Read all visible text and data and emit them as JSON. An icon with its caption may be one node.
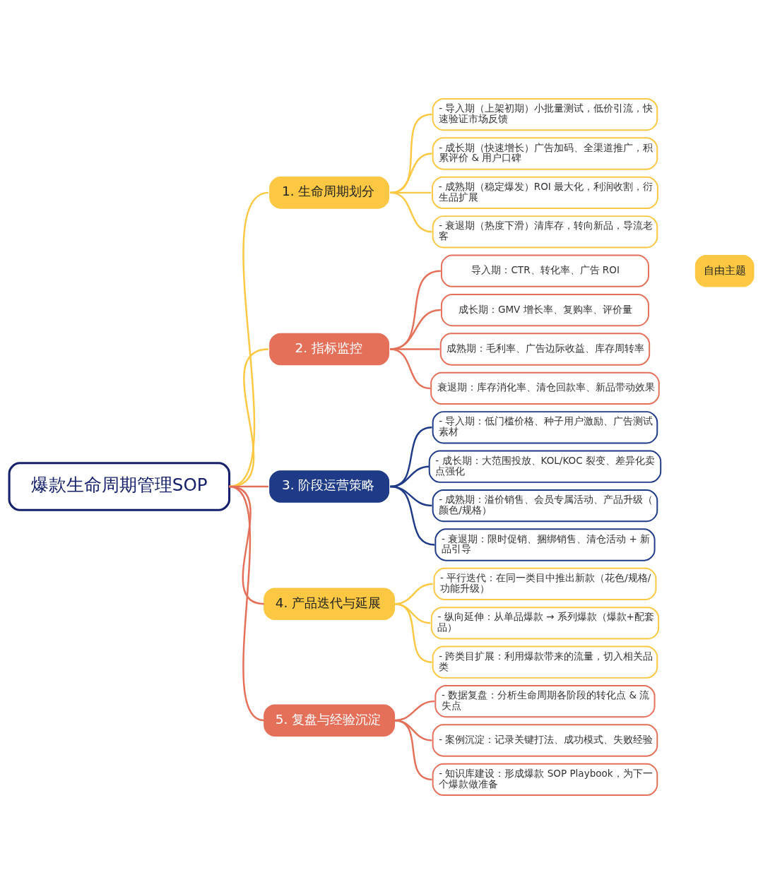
{
  "diagram": {
    "nodes": [
      {
        "text": [
          "爆款生命周期管理SOP"
        ]
      },
      {
        "text": [
          "1. 生命周期划分"
        ]
      },
      {
        "text": [
          "- 导入期（上架初期）小批量测试，低价引流，快速验证市场反馈"
        ]
      },
      {
        "text": [
          "- 成长期（快速增长）广告加码、全渠道推广，积累评价 & 用户口碑"
        ]
      },
      {
        "text": [
          "- 成熟期（稳定爆发）ROI 最大化，利润收割，衍生品扩展"
        ]
      },
      {
        "text": [
          "- 衰退期（热度下滑）清库存，转向新品，导流老客"
        ]
      },
      {
        "text": [
          "2. 指标监控"
        ]
      },
      {
        "text": [
          "导入期：CTR、转化率、广告 ROI"
        ]
      },
      {
        "text": [
          "成长期：GMV 增长率、复购率、评价量"
        ]
      },
      {
        "text": [
          "成熟期：毛利率、广告边际收益、库存周转率"
        ]
      },
      {
        "text": [
          "衰退期：库存消化率、清仓回款率、新品带动效果"
        ]
      },
      {
        "text": [
          "3. 阶段运营策略"
        ]
      },
      {
        "text": [
          "- 导入期：低门槛价格、种子用户激励、广告测试素材"
        ]
      },
      {
        "text": [
          "- 成长期：大范围投放、KOL/KOC 裂变、差异化卖点强化"
        ]
      },
      {
        "text": [
          "- 成熟期：溢价销售、会员专属活动、产品升级（颜色/规格）"
        ]
      },
      {
        "text": [
          "- 衰退期：限时促销、捆绑销售、清仓活动 + 新品引导"
        ]
      },
      {
        "text": [
          "4. 产品迭代与延展"
        ]
      },
      {
        "text": [
          "- 平行迭代：在同一类目中推出新款（花色/规格/功能升级）"
        ]
      },
      {
        "text": [
          "- 纵向延伸：从单品爆款 → 系列爆款（爆款+配套品）"
        ]
      },
      {
        "text": [
          "- 跨类目扩展：利用爆款带来的流量，切入相关品类"
        ]
      },
      {
        "text": [
          "5. 复盘与经验沉淀"
        ]
      },
      {
        "text": [
          "- 数据复盘：分析生命周期各阶段的转化点 & 流失点"
        ]
      },
      {
        "text": [
          "- 案例沉淀：记录关键打法、成功模式、失败经验"
        ]
      },
      {
        "text": [
          "- 知识库建设：形成爆款 SOP Playbook，为下一个爆款做准备"
        ]
      },
      {
        "text": [
          "自由主题"
        ]
      }
    ],
    "edges": [
      {
        "from": 0,
        "to": 1,
        "arrow": "none",
        "color": "#fcc843"
      },
      {
        "from": 0,
        "to": 6,
        "arrow": "none",
        "color": "#fcc843"
      },
      {
        "from": 0,
        "to": 11,
        "arrow": "none"
      },
      {
        "from": 0,
        "to": 16,
        "arrow": "none"
      },
      {
        "from": 0,
        "to": 20,
        "arrow": "none"
      },
      {
        "from": 1,
        "to": 2,
        "arrow": "none",
        "color": "#fcc843"
      },
      {
        "from": 1,
        "to": 3,
        "arrow": "none",
        "color": "#fcc843"
      },
      {
        "from": 1,
        "to": 4,
        "arrow": "none",
        "color": "#fcc843"
      },
      {
        "from": 1,
        "to": 5,
        "arrow": "none",
        "color": "#fcc843"
      },
      {
        "from": 6,
        "to": 7,
        "arrow": "none"
      },
      {
        "from": 6,
        "to": 8,
        "arrow": "none"
      },
      {
        "from": 6,
        "to": 9,
        "arrow": "none"
      },
      {
        "from": 6,
        "to": 10,
        "arrow": "none"
      },
      {
        "from": 11,
        "to": 12,
        "arrow": "none",
        "color": "#1f3b87"
      },
      {
        "from": 11,
        "to": 13,
        "arrow": "none",
        "color": "#1f3b87"
      },
      {
        "from": 11,
        "to": 14,
        "arrow": "none",
        "color": "#1f3b87"
      },
      {
        "from": 11,
        "to": 15,
        "arrow": "none",
        "color": "#1f3b87"
      },
      {
        "from": 16,
        "to": 17,
        "arrow": "none",
        "color": "#fcc843"
      },
      {
        "from": 16,
        "to": 18,
        "arrow": "none",
        "color": "#fcc843"
      },
      {
        "from": 16,
        "to": 19,
        "arrow": "none",
        "color": "#fcc843"
      },
      {
        "from": 20,
        "to": 21,
        "arrow": "none"
      },
      {
        "from": 20,
        "to": 22,
        "arrow": "none"
      },
      {
        "from": 20,
        "to": 23,
        "arrow": "none"
      }
    ]
  }
}
